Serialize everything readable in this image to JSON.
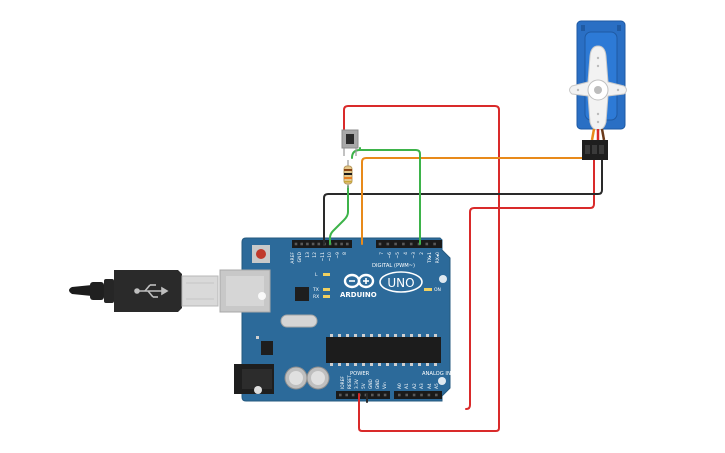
{
  "board": {
    "brand": "ARDUINO",
    "model": "UNO",
    "digital_header": "DIGITAL (PWM~)",
    "power_header": "POWER",
    "analog_header": "ANALOG IN",
    "on_led": "ON",
    "led_l": "L",
    "led_tx": "TX",
    "led_rx": "RX",
    "pin_aref": "AREF",
    "pin_gnd": "GND",
    "pin_13": "13",
    "pin_12": "12",
    "pin_11": "~11",
    "pin_10": "~10",
    "pin_9": "~9",
    "pin_8": "8",
    "pin_7": "7",
    "pin_6": "~6",
    "pin_5": "~5",
    "pin_4": "4",
    "pin_3": "~3",
    "pin_2": "2",
    "pin_tx1": "TX▸1",
    "pin_rx0": "RX◂0",
    "pin_ioref": "IOREF",
    "pin_reset": "RESET",
    "pin_3v3": "3.3V",
    "pin_5v": "5V",
    "pin_gnd1": "GND",
    "pin_gnd2": "GND",
    "pin_vin": "Vin",
    "pin_a0": "A0",
    "pin_a1": "A1",
    "pin_a2": "A2",
    "pin_a3": "A3",
    "pin_a4": "A4",
    "pin_a5": "A5"
  },
  "colors": {
    "board": "#2c6a9a",
    "wire_red": "#d92a2a",
    "wire_black": "#2a2a2a",
    "wire_green": "#3db34a",
    "wire_orange": "#e88a1a",
    "servo_body": "#2a6fc4"
  },
  "icons": {
    "usb": "usb-cable-icon",
    "infinity": "arduino-infinity-logo"
  }
}
